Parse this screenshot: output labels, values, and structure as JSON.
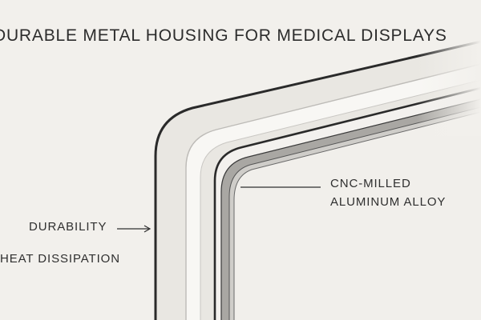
{
  "title": "DURABLE METAL HOUSING FOR MEDICAL DISPLAYS",
  "callouts": {
    "durability": "DURABILITY",
    "heat_dissipation": "HEAT DISSIPATION",
    "material_line1": "CNC-MILLED",
    "material_line2": "ALUMINUM ALLOY"
  },
  "colors": {
    "background": "#f2f0ec",
    "outline": "#2a2a2a",
    "frame_face": "#e9e7e2",
    "frame_highlight": "#f8f7f4",
    "layer_gray": "#a9a7a3"
  },
  "icons": {
    "durability_pointer": "arrow-right-icon",
    "material_pointer": "leader-line-icon"
  }
}
